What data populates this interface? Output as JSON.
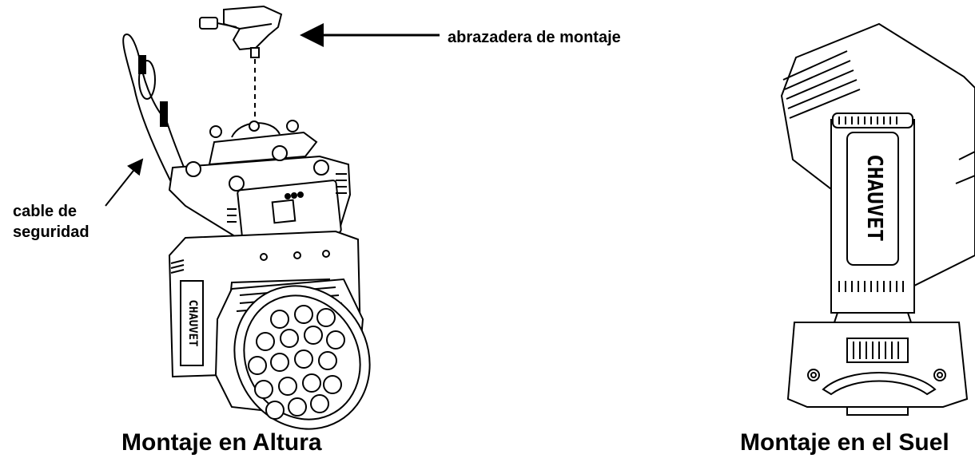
{
  "labels": {
    "clamp": "abrazadera de montaje",
    "cable_line1": "cable de",
    "cable_line2": "seguridad"
  },
  "captions": {
    "left": "Montaje en Altura",
    "right": "Montaje en el Suel"
  },
  "logo_text": "CHAUVET",
  "colors": {
    "ink": "#000000",
    "background": "#ffffff",
    "fill": "#ffffff"
  }
}
